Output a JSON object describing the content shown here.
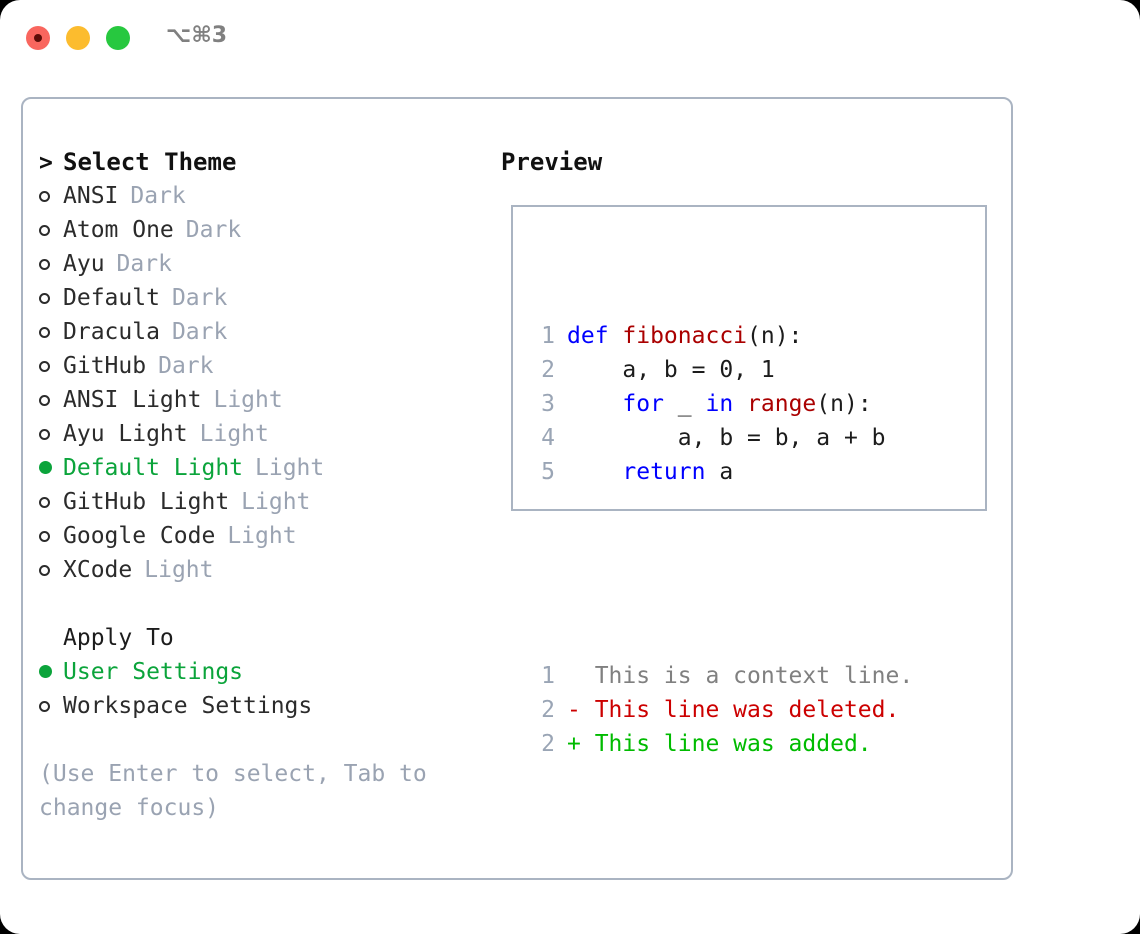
{
  "window": {
    "traffic_lights": [
      "close",
      "minimize",
      "maximize"
    ],
    "shortcut_label": "⌥⌘3"
  },
  "colors": {
    "accent_green": "#0ba43b",
    "muted": "#9aa3b2",
    "keyword_blue": "#0000ff",
    "function_red": "#aa0000",
    "diff_add_green": "#00bb00",
    "diff_del_red": "#cc0000",
    "border": "#aab4c2"
  },
  "theme_picker": {
    "heading": "Select Theme",
    "heading_marker": ">",
    "items": [
      {
        "marker": "o",
        "name": "ANSI",
        "variant": "Dark",
        "selected": false
      },
      {
        "marker": "o",
        "name": "Atom One",
        "variant": "Dark",
        "selected": false
      },
      {
        "marker": "o",
        "name": "Ayu",
        "variant": "Dark",
        "selected": false
      },
      {
        "marker": "o",
        "name": "Default",
        "variant": "Dark",
        "selected": false
      },
      {
        "marker": "o",
        "name": "Dracula",
        "variant": "Dark",
        "selected": false
      },
      {
        "marker": "o",
        "name": "GitHub",
        "variant": "Dark",
        "selected": false
      },
      {
        "marker": "o",
        "name": "ANSI Light",
        "variant": "Light",
        "selected": false
      },
      {
        "marker": "o",
        "name": "Ayu Light",
        "variant": "Light",
        "selected": false
      },
      {
        "marker": "●",
        "name": "Default Light",
        "variant": "Light",
        "selected": true
      },
      {
        "marker": "o",
        "name": "GitHub Light",
        "variant": "Light",
        "selected": false
      },
      {
        "marker": "o",
        "name": "Google Code",
        "variant": "Light",
        "selected": false
      },
      {
        "marker": "o",
        "name": "XCode",
        "variant": "Light",
        "selected": false
      }
    ]
  },
  "apply_to": {
    "heading": "Apply To",
    "options": [
      {
        "marker": "●",
        "label": "User Settings",
        "selected": true
      },
      {
        "marker": "o",
        "label": "Workspace Settings",
        "selected": false
      }
    ]
  },
  "hint": "(Use Enter to select, Tab to change focus)",
  "preview": {
    "title": "Preview",
    "code_lines": [
      {
        "lineno": "1",
        "tokens": [
          {
            "t": "def ",
            "k": "kw"
          },
          {
            "t": "fibonacci",
            "k": "fn"
          },
          {
            "t": "(n):",
            "k": "plain"
          }
        ]
      },
      {
        "lineno": "2",
        "tokens": [
          {
            "t": "    a, b = 0, 1",
            "k": "plain"
          }
        ]
      },
      {
        "lineno": "3",
        "tokens": [
          {
            "t": "    ",
            "k": "plain"
          },
          {
            "t": "for",
            "k": "kw"
          },
          {
            "t": " _ ",
            "k": "plain"
          },
          {
            "t": "in",
            "k": "kw"
          },
          {
            "t": " ",
            "k": "plain"
          },
          {
            "t": "range",
            "k": "fn"
          },
          {
            "t": "(n):",
            "k": "plain"
          }
        ]
      },
      {
        "lineno": "4",
        "tokens": [
          {
            "t": "        a, b = b, a + b",
            "k": "plain"
          }
        ]
      },
      {
        "lineno": "5",
        "tokens": [
          {
            "t": "    ",
            "k": "plain"
          },
          {
            "t": "return",
            "k": "kw"
          },
          {
            "t": " a",
            "k": "plain"
          }
        ]
      }
    ],
    "diff_lines": [
      {
        "lineno": "1",
        "text": "  This is a context line.",
        "kind": "ctx"
      },
      {
        "lineno": "2",
        "text": "- This line was deleted.",
        "kind": "del"
      },
      {
        "lineno": "2",
        "text": "+ This line was added.",
        "kind": "add"
      }
    ]
  }
}
